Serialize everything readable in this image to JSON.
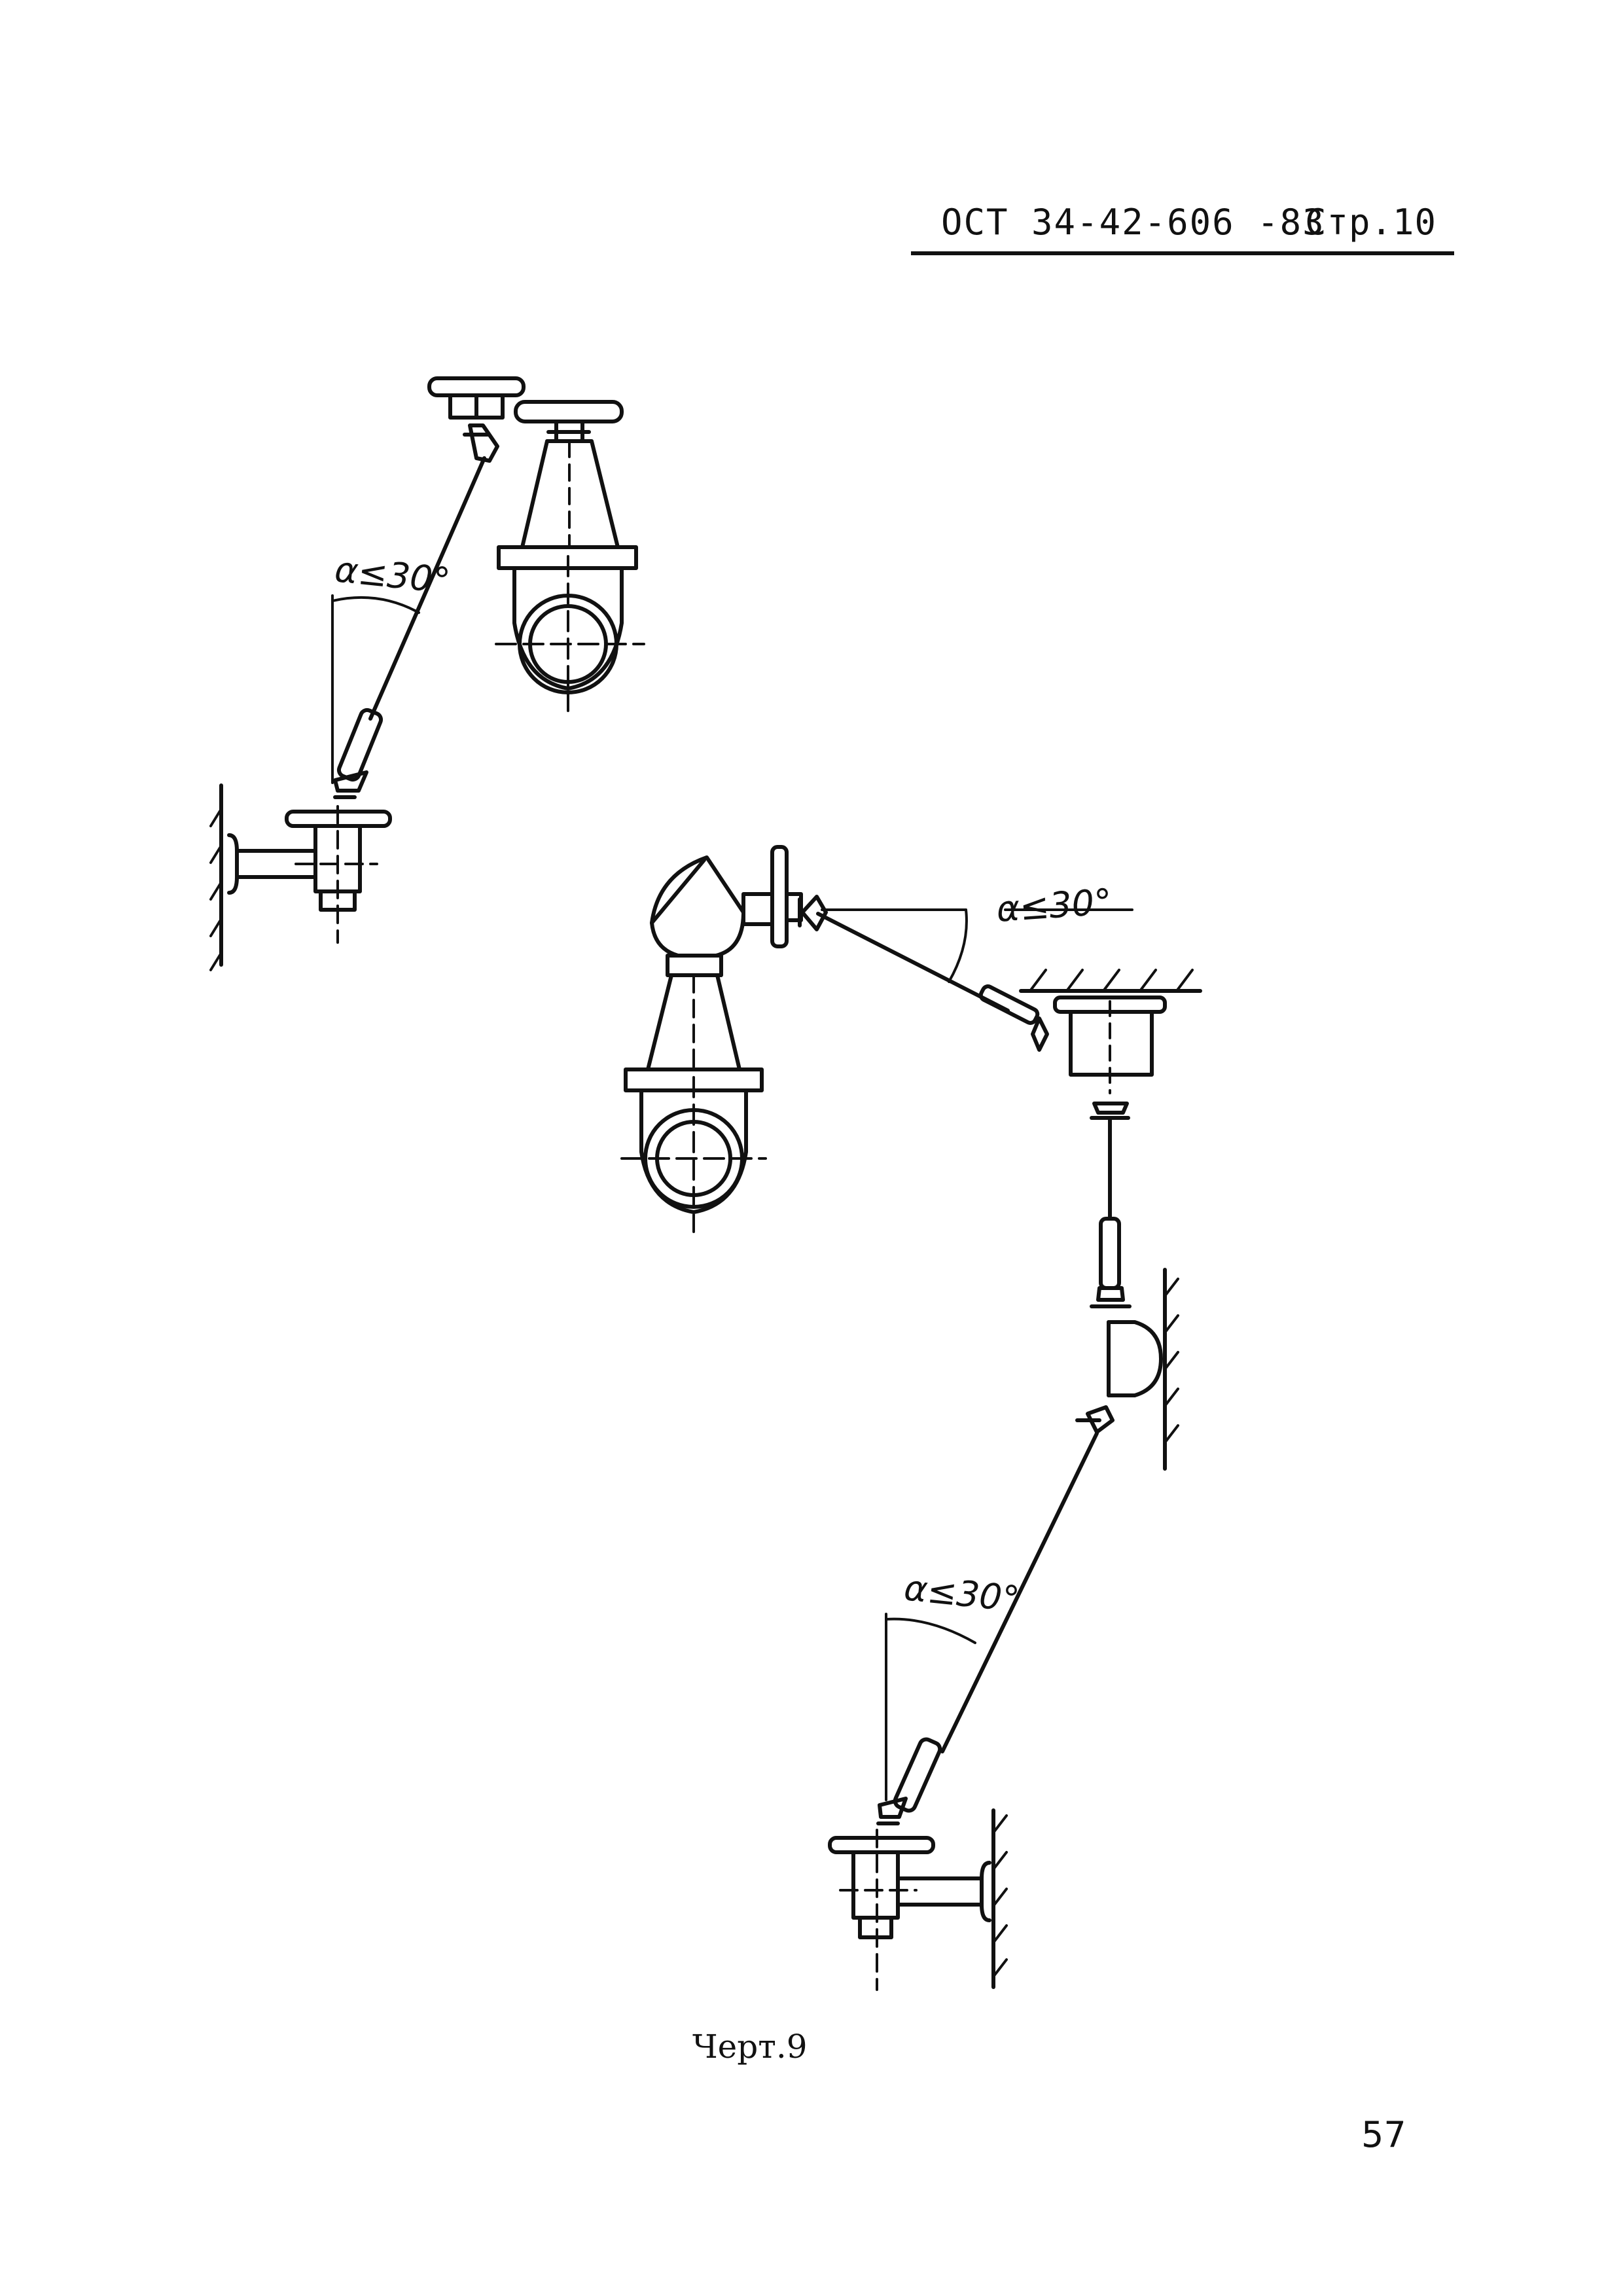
{
  "header": {
    "standard": "ОСТ 34-42-606 -83",
    "page_ref": "Стр.10"
  },
  "drawing": {
    "angle_labels": [
      "α≤30°",
      "α≤30°",
      "α≤30°"
    ],
    "caption": "Черт.9"
  },
  "footer": {
    "page_number": "57"
  }
}
